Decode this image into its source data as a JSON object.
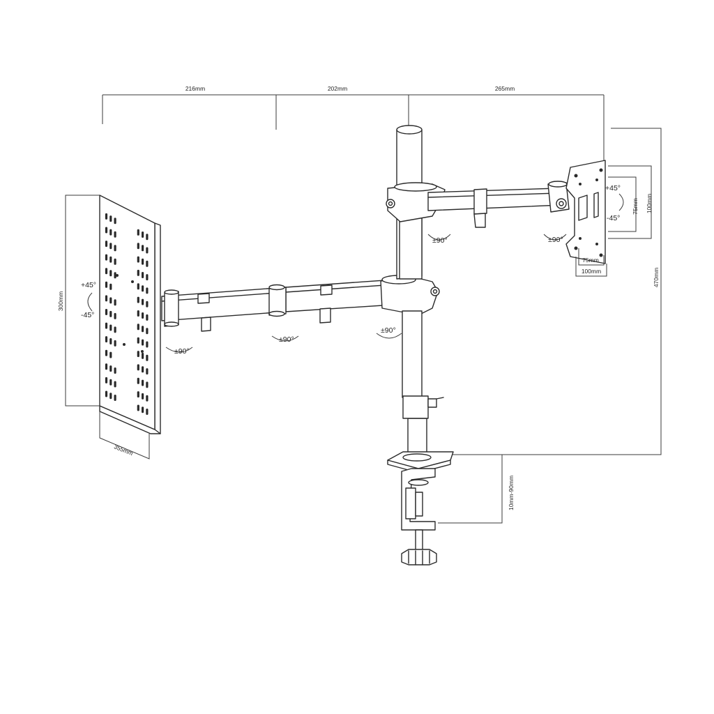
{
  "dimensions": {
    "top_left": "216mm",
    "top_middle": "202mm",
    "top_right": "265mm",
    "tray_height": "300mm",
    "tray_width": "355mm",
    "total_height": "470mm",
    "clamp_range": "10mm-90mm",
    "vesa_inner_w": "75mm",
    "vesa_outer_w": "100mm",
    "vesa_inner_h": "75mm",
    "vesa_outer_h": "100mm"
  },
  "rotation": {
    "tray_tilt_up": "+45°",
    "tray_tilt_down": "-45°",
    "vesa_tilt_up": "+45°",
    "vesa_tilt_down": "-45°",
    "swivel_tray_joint": "±90°",
    "swivel_elbow": "±90°",
    "swivel_pole_lower": "±90°",
    "swivel_pole_upper": "±90°",
    "swivel_vesa_joint": "±90°"
  }
}
